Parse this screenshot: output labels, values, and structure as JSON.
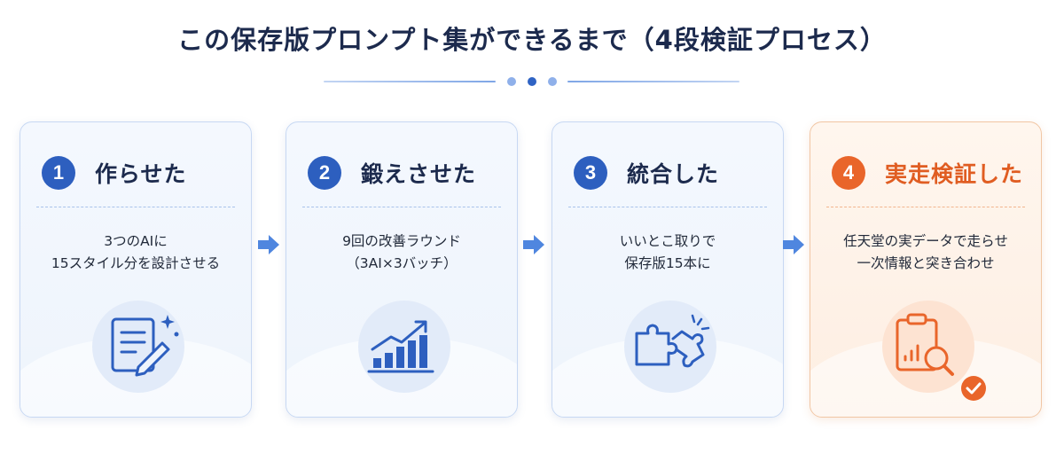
{
  "title": "この保存版プロンプト集ができるまで（4段検証プロセス）",
  "colors": {
    "primary": "#2d5fbf",
    "accent": "#e9652a"
  },
  "steps": [
    {
      "number": "1",
      "title": "作らせた",
      "lines": [
        "3つのAIに",
        "15スタイル分を設計させる"
      ],
      "icon": "document-edit-sparkle-icon"
    },
    {
      "number": "2",
      "title": "鍛えさせた",
      "lines": [
        "9回の改善ラウンド",
        "（3AI×3バッチ）"
      ],
      "icon": "bar-chart-growth-icon"
    },
    {
      "number": "3",
      "title": "統合した",
      "lines": [
        "いいとこ取りで",
        "保存版15本に"
      ],
      "icon": "puzzle-icon"
    },
    {
      "number": "4",
      "title": "実走検証した",
      "lines": [
        "任天堂の実データで走らせ",
        "一次情報と突き合わせ"
      ],
      "icon": "clipboard-search-check-icon"
    }
  ]
}
